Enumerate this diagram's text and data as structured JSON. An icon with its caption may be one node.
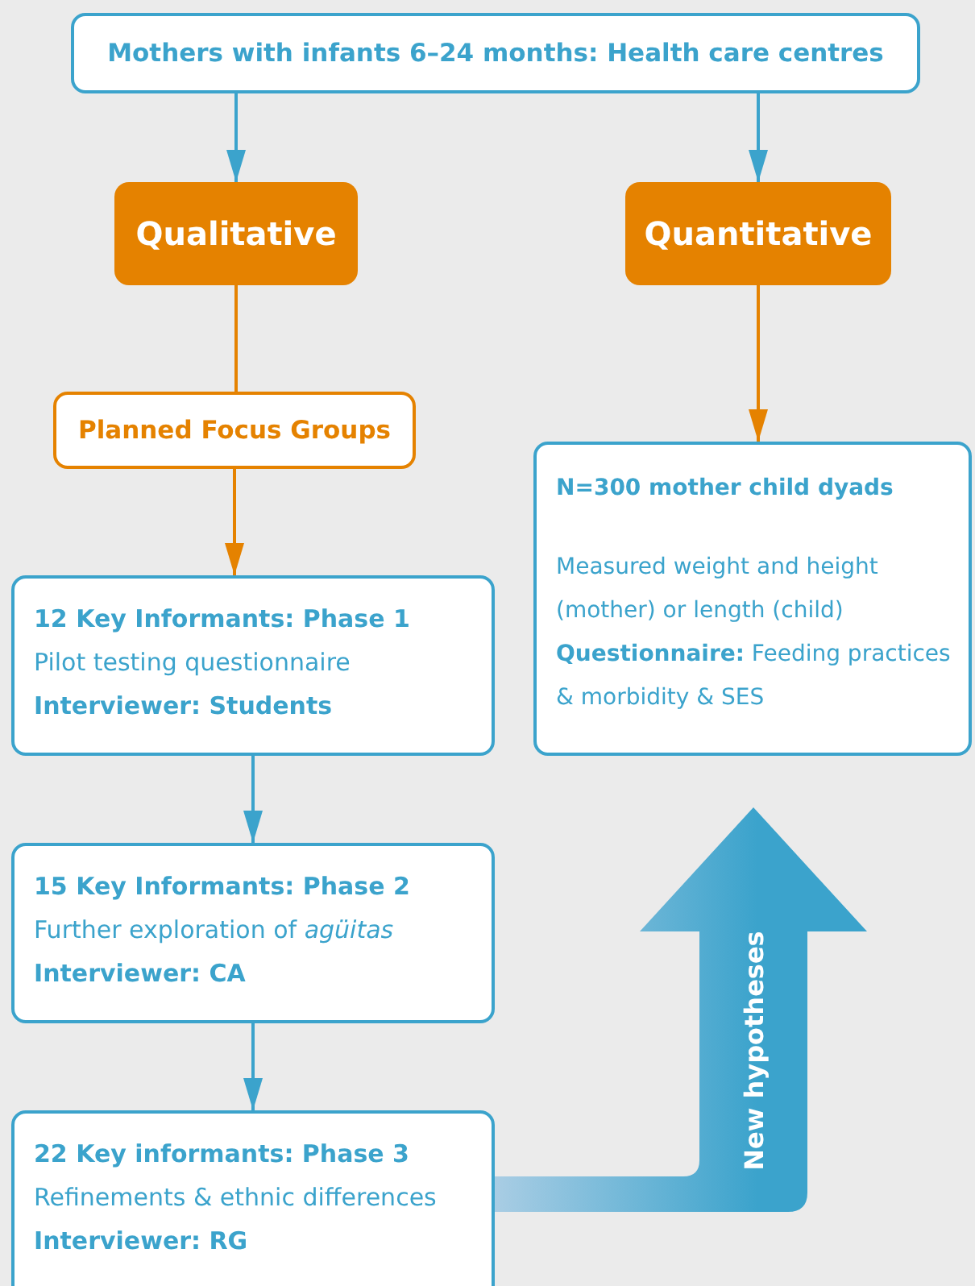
{
  "diagram": {
    "nodes": [
      {
        "text": [
          "Mothers with infants 6–24 months: Health care centres"
        ]
      },
      {
        "text": [
          "Qualitative"
        ]
      },
      {
        "text": [
          "Quantitative"
        ]
      },
      {
        "text": [
          "Planned Focus Groups"
        ]
      },
      {
        "text": [
          "N=300 mother child dyads",
          "Measured weight and height (mother) or length (child)",
          "**Questionnaire:** Feeding practices & morbidity & SES"
        ]
      },
      {
        "text": [
          "12 Key Informants: Phase 1",
          "Pilot testing questionnaire",
          "**Interviewer: Students**"
        ]
      },
      {
        "text": [
          "15 Key Informants: Phase 2",
          "Further exploration of *agüitas*",
          "**Interviewer: CA**"
        ]
      },
      {
        "text": [
          "22 Key informants: Phase 3",
          "Refinements & ethnic differences",
          "**Interviewer: RG**"
        ]
      }
    ],
    "edges": [
      {
        "from": 0,
        "to": 1,
        "arrow": "to"
      },
      {
        "from": 0,
        "to": 2,
        "arrow": "to"
      },
      {
        "from": 1,
        "to": 3,
        "arrow": "none",
        "color": "#e58200"
      },
      {
        "from": 3,
        "to": 5,
        "arrow": "to",
        "color": "#e58200"
      },
      {
        "from": 2,
        "to": 4,
        "arrow": "to",
        "color": "#e58200"
      },
      {
        "from": 5,
        "to": 6,
        "arrow": "to"
      },
      {
        "from": 6,
        "to": 7,
        "arrow": "to"
      },
      {
        "from": 7,
        "to": 4,
        "arrow": "to",
        "label": "New hypotheses",
        "style": "thick"
      }
    ]
  }
}
